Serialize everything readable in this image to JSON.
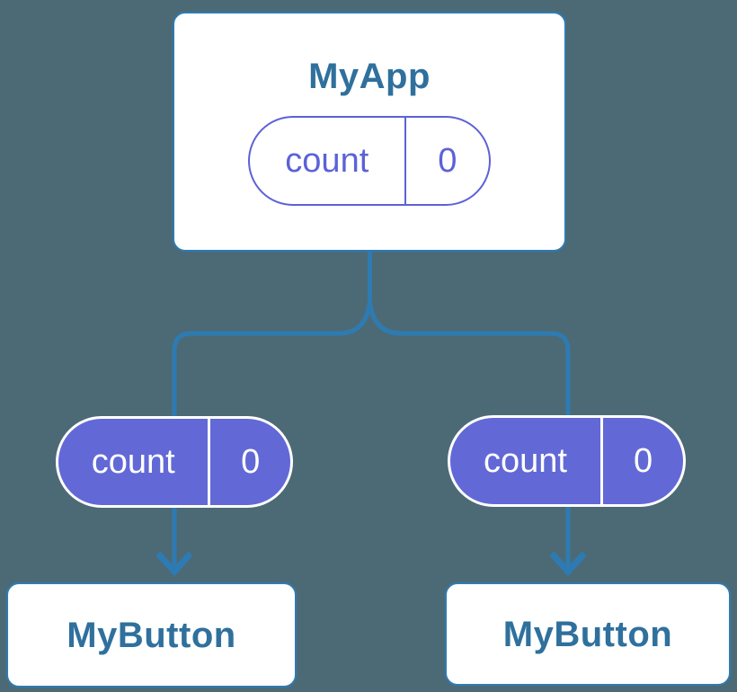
{
  "colors": {
    "background": "#4c6a75",
    "connector_blue": "#2e7bb3",
    "card_background": "#ffffff",
    "card_border": "#2e7bb3",
    "heading_text": "#2f709d",
    "pill_outline_purple": "#5c62d6",
    "pill_filled_purple": "#6269d6",
    "pill_filled_text": "#ffffff"
  },
  "tree": {
    "root": {
      "title": "MyApp",
      "state": {
        "name": "count",
        "value": "0"
      }
    },
    "children": [
      {
        "title": "MyButton",
        "state": {
          "name": "count",
          "value": "0"
        }
      },
      {
        "title": "MyButton",
        "state": {
          "name": "count",
          "value": "0"
        }
      }
    ]
  }
}
